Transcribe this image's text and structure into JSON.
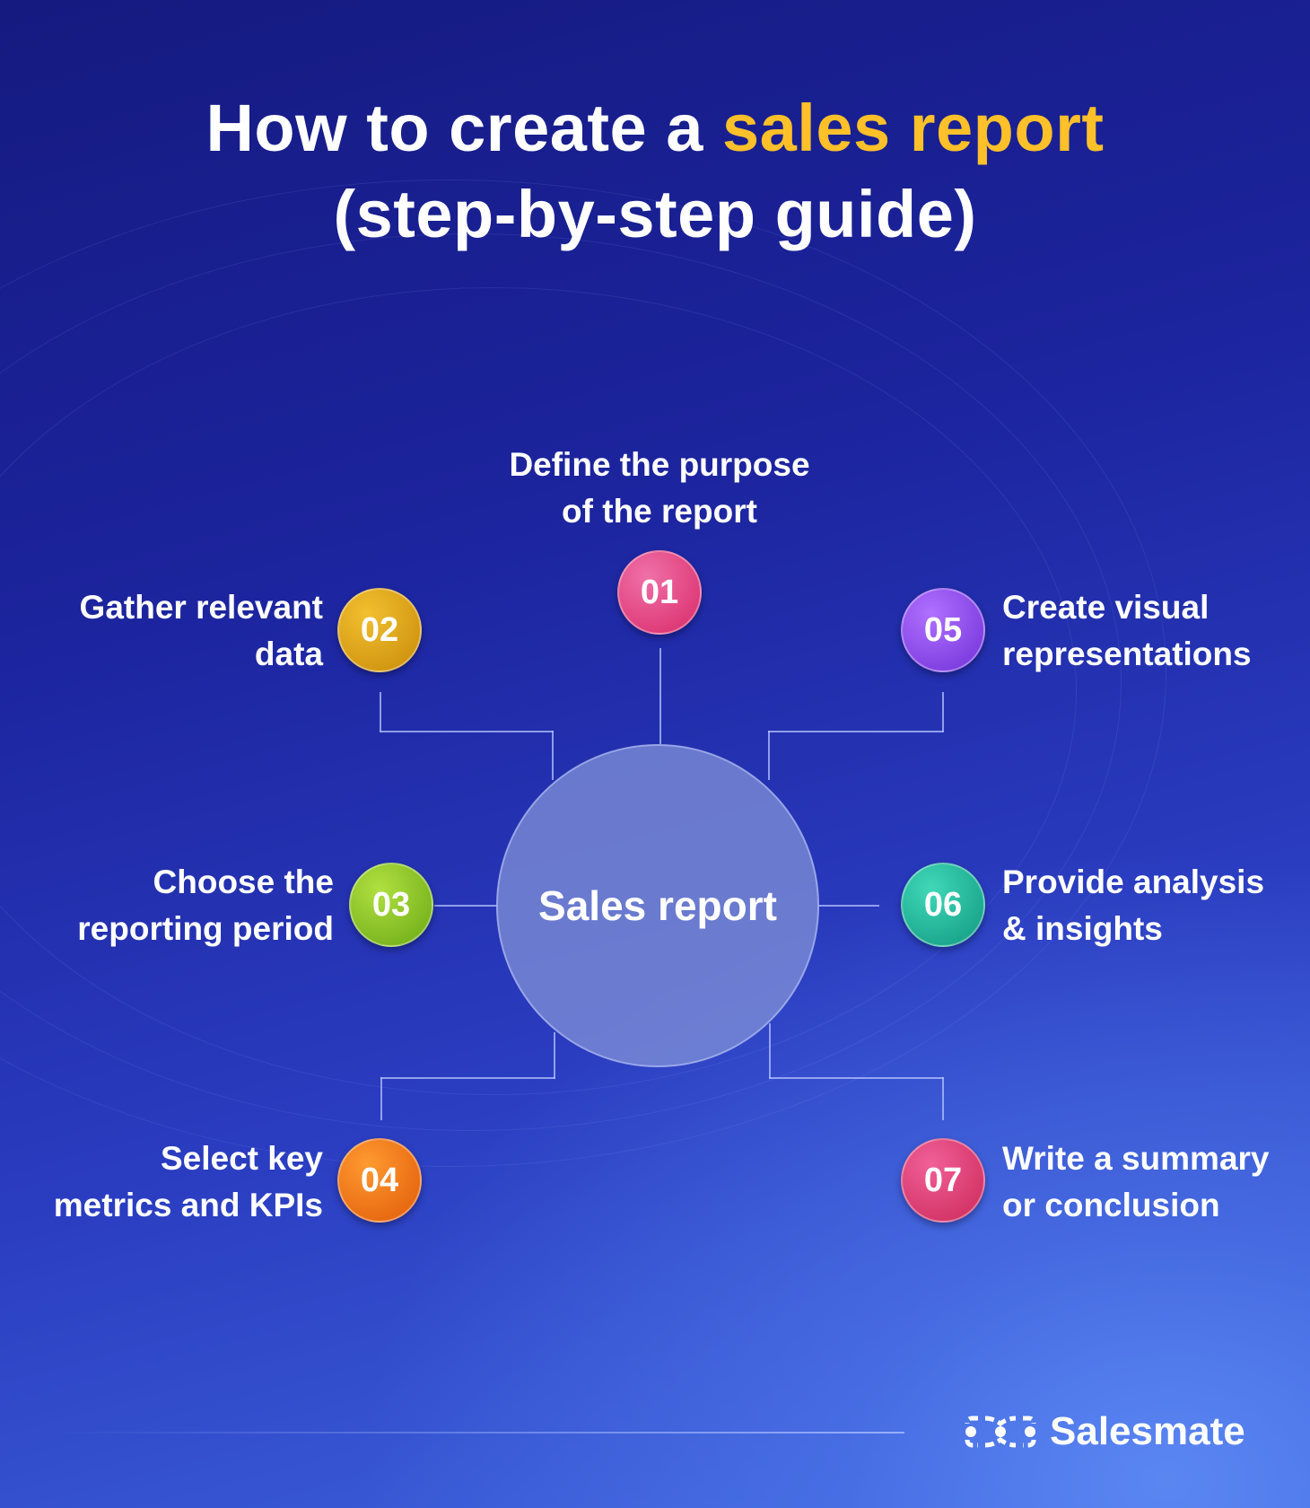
{
  "title": {
    "line1_prefix": "How to create a ",
    "line1_accent": "sales report",
    "line2": "(step-by-step guide)"
  },
  "center_label": "Sales report",
  "steps": [
    {
      "number": "01",
      "line1": "Define the purpose",
      "line2": "of the report",
      "color": "#e0407a"
    },
    {
      "number": "02",
      "line1": "Gather relevant",
      "line2": "data",
      "color": "#dba010"
    },
    {
      "number": "03",
      "line1": "Choose the",
      "line2": "reporting period",
      "color": "#8ac820"
    },
    {
      "number": "04",
      "line1": "Select key",
      "line2": "metrics and KPIs",
      "color": "#f07012"
    },
    {
      "number": "05",
      "line1": "Create visual",
      "line2": "representations",
      "color": "#8a42e6"
    },
    {
      "number": "06",
      "line1": "Provide analysis",
      "line2": "& insights",
      "color": "#1fb59c"
    },
    {
      "number": "07",
      "line1": "Write a summary",
      "line2": "or conclusion",
      "color": "#e0386e"
    }
  ],
  "brand": {
    "name": "Salesmate"
  },
  "colors": {
    "accent": "#ffc02a"
  }
}
